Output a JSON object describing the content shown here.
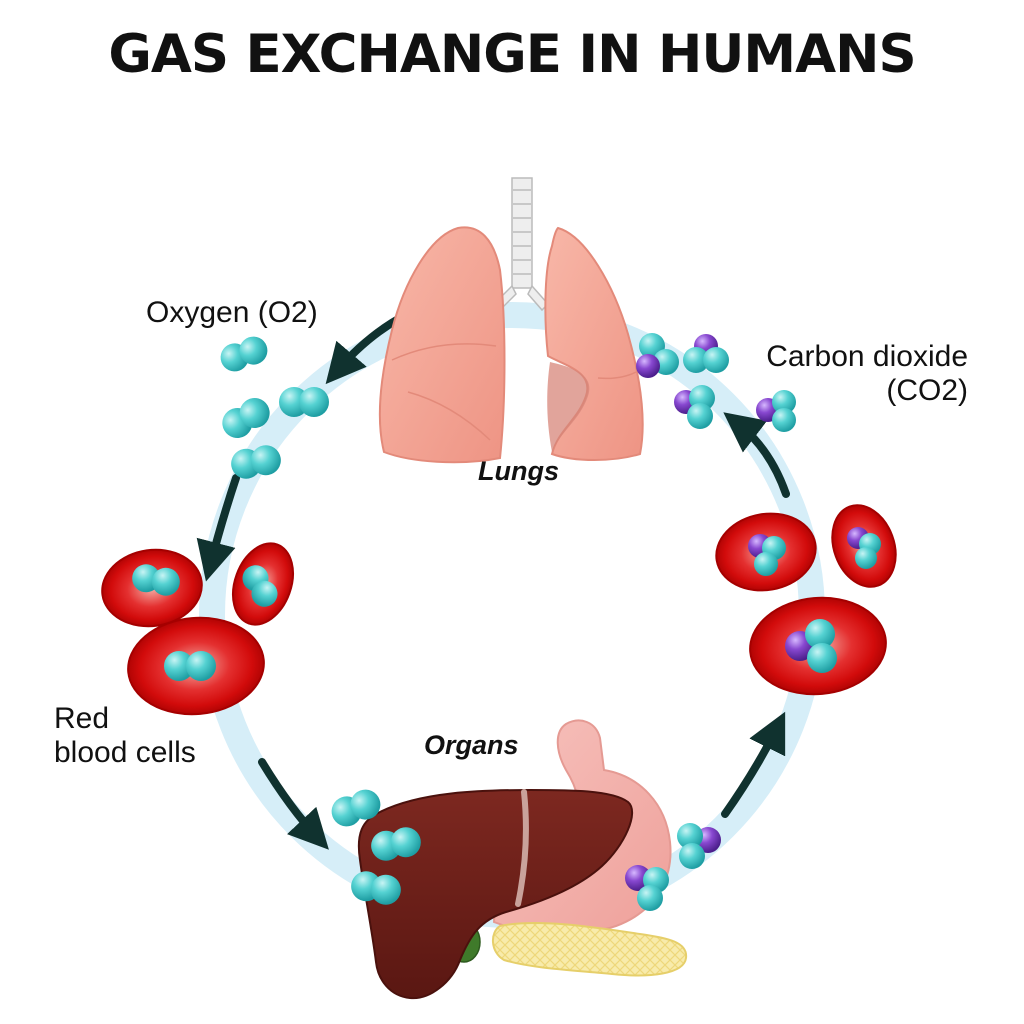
{
  "title": "GAS EXCHANGE IN HUMANS",
  "labels": {
    "oxygen": "Oxygen (O2)",
    "carbon_dioxide_line1": "Carbon dioxide",
    "carbon_dioxide_line2": "(CO2)",
    "lungs": "Lungs",
    "organs": "Organs",
    "red_blood_cells_line1": "Red",
    "red_blood_cells_line2": "blood cells"
  },
  "colors": {
    "cycle_band": "#d6eef8",
    "arrow": "#10322f",
    "oxygen_molecule": "#42c9c9",
    "carbon_atom": "#7a3fc0",
    "red_blood_cell": "#d40a0a",
    "lung": "#f4a99a",
    "liver": "#6b1f1a",
    "stomach": "#f6b5b0",
    "pancreas": "#f7e99a"
  }
}
